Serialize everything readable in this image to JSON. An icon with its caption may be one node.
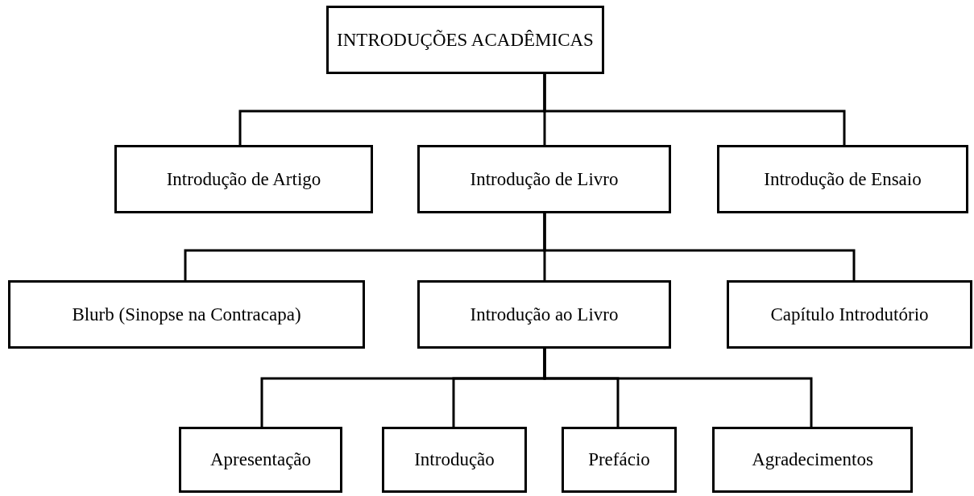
{
  "diagram": {
    "nodes": [
      {
        "text": [
          "INTRODUÇÕES ACADÊMICAS"
        ]
      },
      {
        "text": [
          "Introdução de Artigo"
        ]
      },
      {
        "text": [
          "Introdução de Livro"
        ]
      },
      {
        "text": [
          "Introdução de Ensaio"
        ]
      },
      {
        "text": [
          "Blurb (Sinopse na Contracapa)"
        ]
      },
      {
        "text": [
          "Introdução ao Livro"
        ]
      },
      {
        "text": [
          "Capítulo Introdutório"
        ]
      },
      {
        "text": [
          "Apresentação"
        ]
      },
      {
        "text": [
          "Introdução"
        ]
      },
      {
        "text": [
          "Prefácio"
        ]
      },
      {
        "text": [
          "Agradecimentos"
        ]
      }
    ],
    "edges": [
      {
        "from": 0,
        "to": 1,
        "arrow": "none"
      },
      {
        "from": 0,
        "to": 2,
        "arrow": "none"
      },
      {
        "from": 0,
        "to": 3,
        "arrow": "none"
      },
      {
        "from": 2,
        "to": 4,
        "arrow": "none"
      },
      {
        "from": 2,
        "to": 5,
        "arrow": "none"
      },
      {
        "from": 2,
        "to": 6,
        "arrow": "none"
      },
      {
        "from": 5,
        "to": 7,
        "arrow": "none"
      },
      {
        "from": 5,
        "to": 8,
        "arrow": "none"
      },
      {
        "from": 5,
        "to": 9,
        "arrow": "none"
      },
      {
        "from": 5,
        "to": 10,
        "arrow": "none"
      }
    ]
  }
}
